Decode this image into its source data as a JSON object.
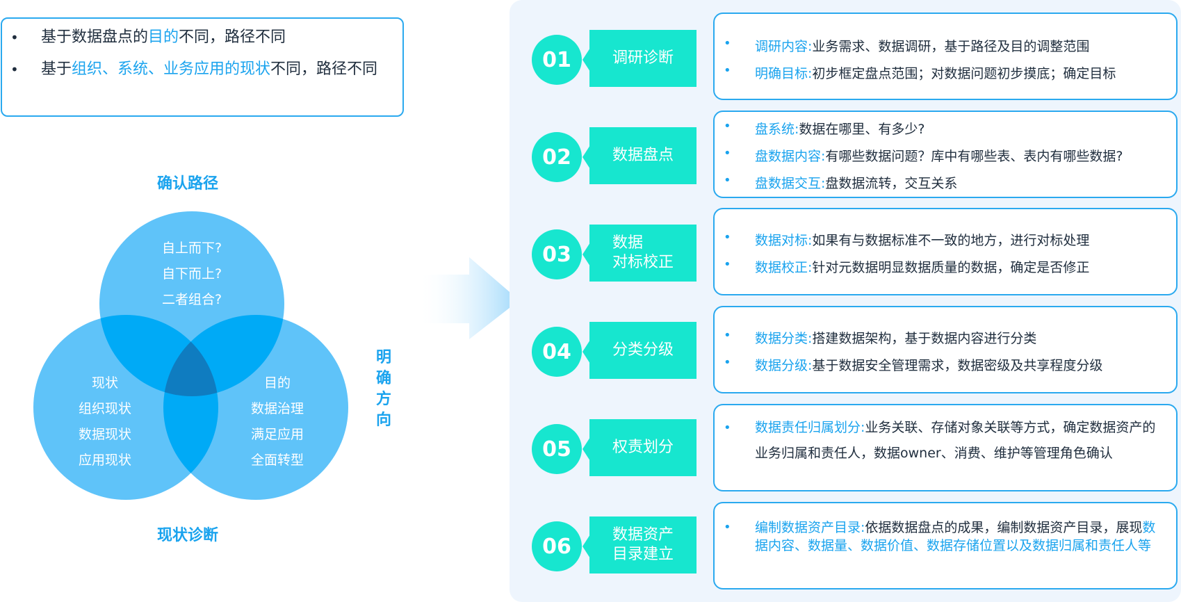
{
  "notes": {
    "line1": {
      "a": "基于数据盘点的",
      "b": "目的",
      "c": "不同，路径不同"
    },
    "line2": {
      "a": "基于",
      "b": "组织、系统、业务应用的现状",
      "c": "不同，路径不同"
    }
  },
  "venn": {
    "top_label": "确认路径",
    "bottom_label": "现状诊断",
    "side_label": [
      "明",
      "确",
      "方",
      "向"
    ],
    "top_circle": [
      "自上而下?",
      "自下而上?",
      "二者组合?"
    ],
    "left_circle": [
      "现状",
      "组织现状",
      "数据现状",
      "应用现状"
    ],
    "right_circle": [
      "目的",
      "数据治理",
      "满足应用",
      "全面转型"
    ],
    "colors": {
      "circle": "#5fc3f9",
      "overlap": "#00aaf6",
      "center": "#0f7cc0"
    }
  },
  "steps": [
    {
      "num": "01",
      "title": [
        "调研诊断"
      ],
      "items": [
        {
          "key": "调研内容:",
          "text": "业务需求、数据调研，基于路径及目的调整范围"
        },
        {
          "key": "明确目标:",
          "text": "初步框定盘点范围；对数据问题初步摸底；确定目标"
        }
      ]
    },
    {
      "num": "02",
      "title": [
        "数据盘点"
      ],
      "items": [
        {
          "key": "盘系统:",
          "text": "数据在哪里、有多少?"
        },
        {
          "key": "盘数据内容:",
          "text": "有哪些数据问题？库中有哪些表、表内有哪些数据?"
        },
        {
          "key": "盘数据交互:",
          "text": "盘数据流转，交互关系"
        }
      ]
    },
    {
      "num": "03",
      "title": [
        "数据",
        "对标校正"
      ],
      "items": [
        {
          "key": "数据对标:",
          "text": "如果有与数据标准不一致的地方，进行对标处理"
        },
        {
          "key": "数据校正:",
          "text": "针对元数据明显数据质量的数据，确定是否修正"
        }
      ]
    },
    {
      "num": "04",
      "title": [
        "分类分级"
      ],
      "items": [
        {
          "key": "数据分类:",
          "text": "搭建数据架构，基于数据内容进行分类"
        },
        {
          "key": "数据分级:",
          "text": "基于数据安全管理需求，数据密级及共享程度分级"
        }
      ]
    },
    {
      "num": "05",
      "title": [
        "权责划分"
      ],
      "items": [
        {
          "key": "数据责任归属划分:",
          "text": "业务关联、存储对象关联等方式，确定数据资产的业务归属和责任人，数据owner、消费、维护等管理角色确认"
        }
      ]
    },
    {
      "num": "06",
      "title": [
        "数据资产",
        "目录建立"
      ],
      "items": [
        {
          "key": "编制数据资产目录:",
          "text": "依据数据盘点的成果，编制数据资产目录，展现",
          "highlight": "数据内容、数据量、数据价值、数据存储位置以及数据归属和责任人等"
        }
      ]
    }
  ],
  "colors": {
    "accent": "#1aa3ee",
    "step": "#17e6cf",
    "panel": "#eef5fd",
    "border": "#2aa9ef"
  }
}
